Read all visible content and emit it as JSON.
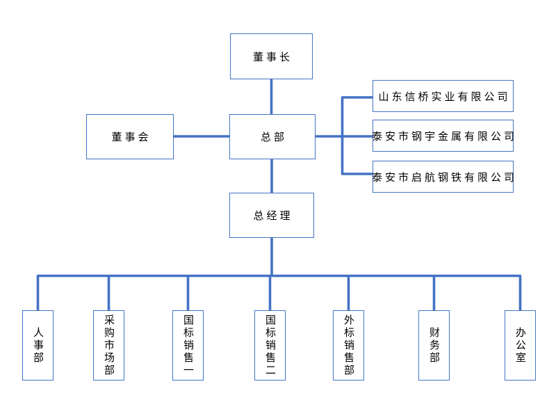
{
  "chart_title": "",
  "nodes": {
    "chairman": {
      "label": "董事长"
    },
    "board": {
      "label": "董事会"
    },
    "headquarters": {
      "label": "总部"
    },
    "general_manager": {
      "label": "总经理"
    },
    "subsidiaries": [
      {
        "label": "山东信桥实业有限公司"
      },
      {
        "label": "泰安市钢宇金属有限公司"
      },
      {
        "label": "泰安市启航钢铁有限公司"
      }
    ],
    "departments": [
      {
        "label": "人事部"
      },
      {
        "label": "采购市场部"
      },
      {
        "label": "国标销售一"
      },
      {
        "label": "国标销售二"
      },
      {
        "label": "外标销售部"
      },
      {
        "label": "财务部"
      },
      {
        "label": "办公室"
      }
    ]
  },
  "edges": [
    {
      "from": "董事长",
      "to": "总部"
    },
    {
      "from": "董事会",
      "to": "总部"
    },
    {
      "from": "总部",
      "to": "山东信桥实业有限公司"
    },
    {
      "from": "总部",
      "to": "泰安市钢宇金属有限公司"
    },
    {
      "from": "总部",
      "to": "泰安市启航钢铁有限公司"
    },
    {
      "from": "总部",
      "to": "总经理"
    },
    {
      "from": "总经理",
      "to": "人事部"
    },
    {
      "from": "总经理",
      "to": "采购市场部"
    },
    {
      "from": "总经理",
      "to": "国标销售一"
    },
    {
      "from": "总经理",
      "to": "国标销售二"
    },
    {
      "from": "总经理",
      "to": "外标销售部"
    },
    {
      "from": "总经理",
      "to": "财务部"
    },
    {
      "from": "总经理",
      "to": "办公室"
    }
  ],
  "colors": {
    "box_border": "#4472C4",
    "connector_line": "#4472C4",
    "text": "#000000",
    "background": "#FFFFFF"
  }
}
